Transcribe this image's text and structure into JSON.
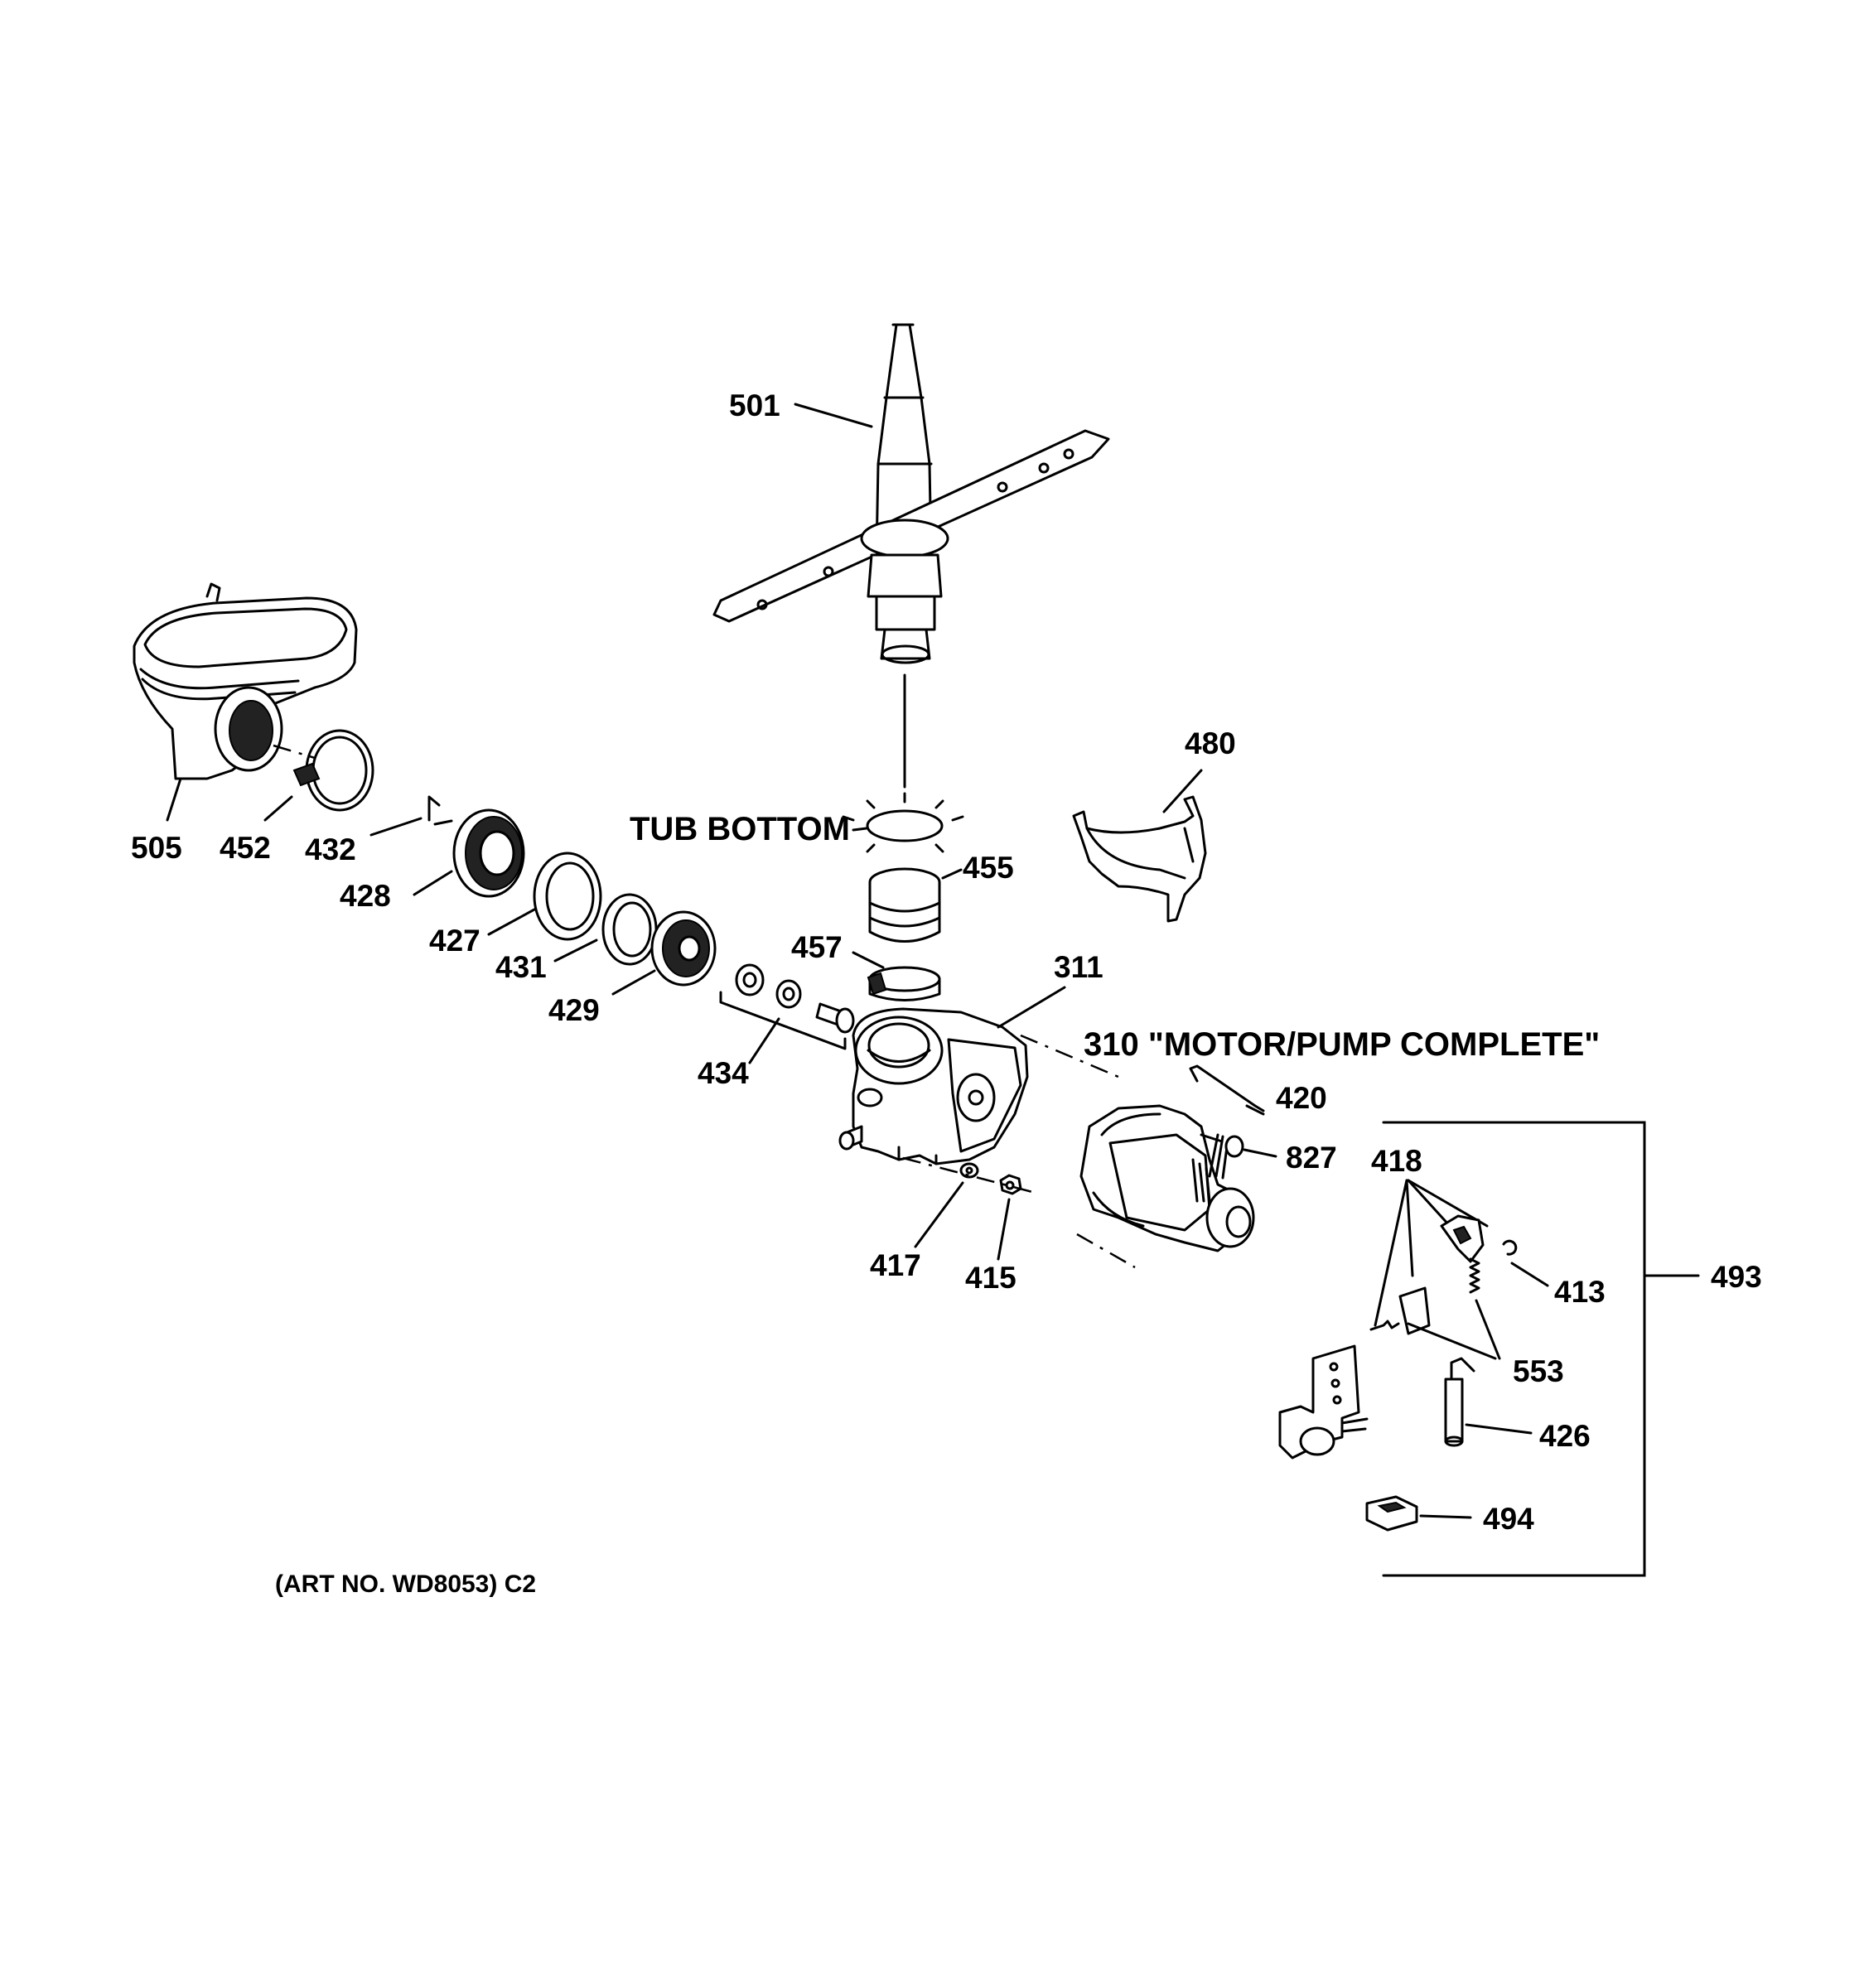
{
  "labels": {
    "p501": "501",
    "p505": "505",
    "p452": "452",
    "p432": "432",
    "p428": "428",
    "p427": "427",
    "p431": "431",
    "p429": "429",
    "p434": "434",
    "p480": "480",
    "p455": "455",
    "p457": "457",
    "p311": "311",
    "p310": "310 \"MOTOR/PUMP COMPLETE\"",
    "p420": "420",
    "p827": "827",
    "p418": "418",
    "p417": "417",
    "p415": "415",
    "p413": "413",
    "p493": "493",
    "p553": "553",
    "p426": "426",
    "p494": "494",
    "tub_bottom": "TUB BOTTOM",
    "art_no": "(ART NO. WD8053) C2"
  }
}
